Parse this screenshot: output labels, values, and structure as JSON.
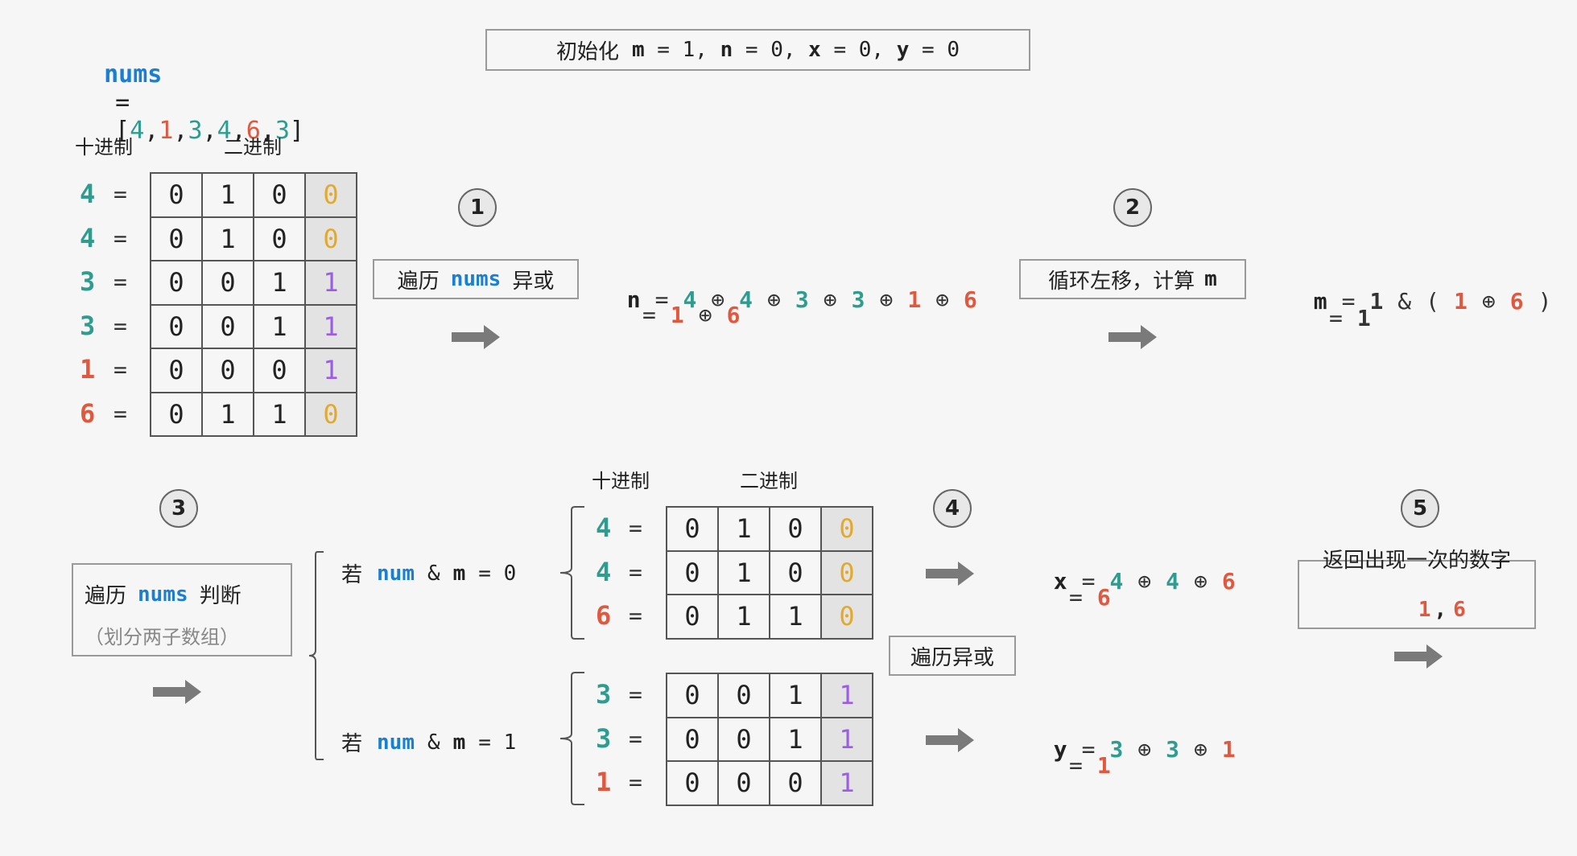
{
  "nums_header": {
    "label": "nums",
    "eq": "=",
    "open": "[",
    "items": [
      {
        "v": "4",
        "color": "#2e9c8e"
      },
      {
        "v": ",",
        "color": "#222222"
      },
      {
        "v": "1",
        "color": "#e0593f"
      },
      {
        "v": ",",
        "color": "#222222"
      },
      {
        "v": "3",
        "color": "#2e9c8e"
      },
      {
        "v": ",",
        "color": "#222222"
      },
      {
        "v": "4",
        "color": "#2e9c8e"
      },
      {
        "v": ",",
        "color": "#222222"
      },
      {
        "v": "6",
        "color": "#e0593f"
      },
      {
        "v": ",",
        "color": "#222222"
      },
      {
        "v": "3",
        "color": "#2e9c8e"
      }
    ],
    "close": "]"
  },
  "init": {
    "prefix": "初始化",
    "parts": [
      {
        "t": "m",
        "bold": true
      },
      {
        "t": " = 1, ",
        "bold": false
      },
      {
        "t": "n",
        "bold": true
      },
      {
        "t": " = 0, ",
        "bold": false
      },
      {
        "t": "x",
        "bold": true
      },
      {
        "t": " = 0, ",
        "bold": false
      },
      {
        "t": "y",
        "bold": true
      },
      {
        "t": " = 0",
        "bold": false
      }
    ]
  },
  "labels": {
    "decimal": "十进制",
    "binary": "二进制",
    "eq": "="
  },
  "table_top": [
    {
      "num": "4",
      "color": "#2e9c8e",
      "bits": [
        "0",
        "1",
        "0",
        "0"
      ],
      "lastColor": "#e3a92c"
    },
    {
      "num": "4",
      "color": "#2e9c8e",
      "bits": [
        "0",
        "1",
        "0",
        "0"
      ],
      "lastColor": "#e3a92c"
    },
    {
      "num": "3",
      "color": "#2e9c8e",
      "bits": [
        "0",
        "0",
        "1",
        "1"
      ],
      "lastColor": "#9b5de5"
    },
    {
      "num": "3",
      "color": "#2e9c8e",
      "bits": [
        "0",
        "0",
        "1",
        "1"
      ],
      "lastColor": "#9b5de5"
    },
    {
      "num": "1",
      "color": "#e0593f",
      "bits": [
        "0",
        "0",
        "0",
        "1"
      ],
      "lastColor": "#9b5de5"
    },
    {
      "num": "6",
      "color": "#e0593f",
      "bits": [
        "0",
        "1",
        "1",
        "0"
      ],
      "lastColor": "#e3a92c"
    }
  ],
  "steps": {
    "s1": "1",
    "s2": "2",
    "s3": "3",
    "s4": "4",
    "s5": "5"
  },
  "step1": {
    "pre": "遍历",
    "word": "nums",
    "post": "异或"
  },
  "n_expr": {
    "line1_var": "n",
    "line1": [
      {
        "t": "=",
        "c": "#333333"
      },
      {
        "t": "4",
        "c": "#2e9c8e"
      },
      {
        "t": "⊕",
        "c": "#333333"
      },
      {
        "t": "4",
        "c": "#2e9c8e"
      },
      {
        "t": "⊕",
        "c": "#333333"
      },
      {
        "t": "3",
        "c": "#2e9c8e"
      },
      {
        "t": "⊕",
        "c": "#333333"
      },
      {
        "t": "3",
        "c": "#2e9c8e"
      },
      {
        "t": "⊕",
        "c": "#333333"
      },
      {
        "t": "1",
        "c": "#e0593f"
      },
      {
        "t": "⊕",
        "c": "#333333"
      },
      {
        "t": "6",
        "c": "#e0593f"
      }
    ],
    "line2": [
      {
        "t": "=",
        "c": "#333333"
      },
      {
        "t": "1",
        "c": "#e0593f"
      },
      {
        "t": "⊕",
        "c": "#333333"
      },
      {
        "t": "6",
        "c": "#e0593f"
      }
    ]
  },
  "step2": {
    "pre": "循环左移，计算",
    "word": "m"
  },
  "m_expr": {
    "var": "m",
    "line1": [
      {
        "t": "=",
        "c": "#333333"
      },
      {
        "t": "1",
        "c": "#333333"
      },
      {
        "t": "&",
        "c": "#333333"
      },
      {
        "t": "(",
        "c": "#333333"
      },
      {
        "t": "1",
        "c": "#e0593f"
      },
      {
        "t": "⊕",
        "c": "#333333"
      },
      {
        "t": "6",
        "c": "#e0593f"
      },
      {
        "t": ")",
        "c": "#333333"
      }
    ],
    "line2": [
      {
        "t": "=",
        "c": "#333333"
      },
      {
        "t": "1",
        "c": "#333333"
      }
    ]
  },
  "step3": {
    "pre": "遍历",
    "word": "nums",
    "post": "判断",
    "sub": "（划分两子数组）"
  },
  "cond0": {
    "pre": "若",
    "word": "num",
    "amp": "&",
    "m": "m",
    "rest": "= 0"
  },
  "cond1": {
    "pre": "若",
    "word": "num",
    "amp": "&",
    "m": "m",
    "rest": "= 1"
  },
  "table_g0": [
    {
      "num": "4",
      "color": "#2e9c8e",
      "bits": [
        "0",
        "1",
        "0",
        "0"
      ],
      "lastColor": "#e3a92c"
    },
    {
      "num": "4",
      "color": "#2e9c8e",
      "bits": [
        "0",
        "1",
        "0",
        "0"
      ],
      "lastColor": "#e3a92c"
    },
    {
      "num": "6",
      "color": "#e0593f",
      "bits": [
        "0",
        "1",
        "1",
        "0"
      ],
      "lastColor": "#e3a92c"
    }
  ],
  "table_g1": [
    {
      "num": "3",
      "color": "#2e9c8e",
      "bits": [
        "0",
        "0",
        "1",
        "1"
      ],
      "lastColor": "#9b5de5"
    },
    {
      "num": "3",
      "color": "#2e9c8e",
      "bits": [
        "0",
        "0",
        "1",
        "1"
      ],
      "lastColor": "#9b5de5"
    },
    {
      "num": "1",
      "color": "#e0593f",
      "bits": [
        "0",
        "0",
        "0",
        "1"
      ],
      "lastColor": "#9b5de5"
    }
  ],
  "step4": {
    "label": "遍历异或"
  },
  "x_expr": {
    "var": "x",
    "line1": [
      {
        "t": "=",
        "c": "#333333"
      },
      {
        "t": "4",
        "c": "#2e9c8e"
      },
      {
        "t": "⊕",
        "c": "#333333"
      },
      {
        "t": "4",
        "c": "#2e9c8e"
      },
      {
        "t": "⊕",
        "c": "#333333"
      },
      {
        "t": "6",
        "c": "#e0593f"
      }
    ],
    "line2": [
      {
        "t": "=",
        "c": "#333333"
      },
      {
        "t": "6",
        "c": "#e0593f"
      }
    ]
  },
  "y_expr": {
    "var": "y",
    "line1": [
      {
        "t": "=",
        "c": "#333333"
      },
      {
        "t": "3",
        "c": "#2e9c8e"
      },
      {
        "t": "⊕",
        "c": "#333333"
      },
      {
        "t": "3",
        "c": "#2e9c8e"
      },
      {
        "t": "⊕",
        "c": "#333333"
      },
      {
        "t": "1",
        "c": "#e0593f"
      }
    ],
    "line2": [
      {
        "t": "=",
        "c": "#333333"
      },
      {
        "t": "1",
        "c": "#e0593f"
      }
    ]
  },
  "step5": {
    "line1": "返回出现一次的数字",
    "a": "1",
    "sep": ",",
    "b": "6"
  }
}
